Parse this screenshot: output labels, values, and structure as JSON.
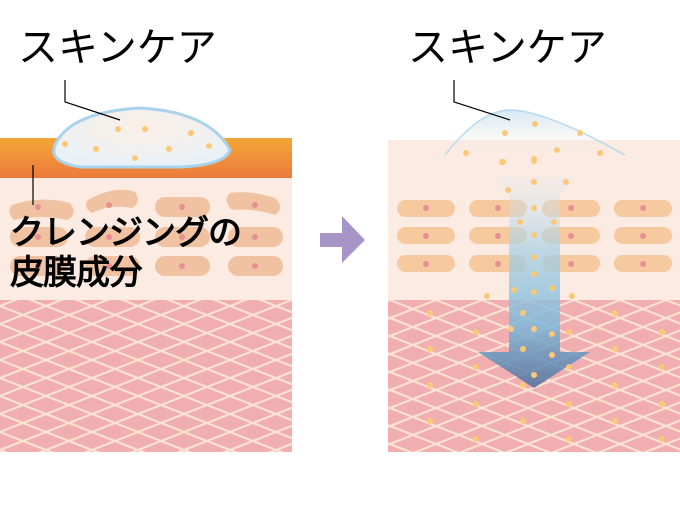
{
  "left_panel": {
    "title": "スキンケア",
    "annotation_line1": "クレンジングの",
    "annotation_line2": "皮膜成分",
    "description": "Skincare sits on top of a cleansing film layer and cannot penetrate"
  },
  "right_panel": {
    "title": "スキンケア",
    "description": "Skincare penetrates through the skin layers (blue downward arrow)"
  },
  "arrow": {
    "direction": "right",
    "color": "#a895c8"
  },
  "colors": {
    "cleansing_film_top": "#f2a638",
    "cleansing_film_bottom": "#ec7a3c",
    "epidermis": "#fbebe2",
    "cell": "#f4c9a6",
    "cell_nucleus": "#e88f92",
    "dermis": "#f1aeb0",
    "dermis_lines": "#fbe3d4",
    "ingredient_dot": "#fbc878",
    "droplet_fill": "#eef2f6",
    "droplet_edge": "#a9d3ec",
    "penetration_arrow_top": "#a7d3ea",
    "penetration_arrow_bottom": "#4d6f9e"
  }
}
